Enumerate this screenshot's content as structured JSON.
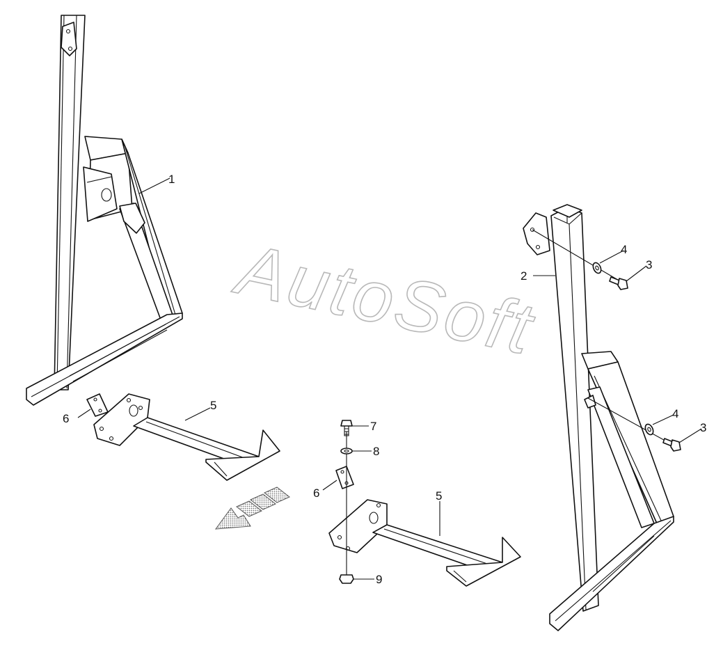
{
  "watermark": "AutoSoft",
  "callouts": {
    "c1": "1",
    "c2": "2",
    "c3a": "3",
    "c3b": "3",
    "c4a": "4",
    "c4b": "4",
    "c5a": "5",
    "c5b": "5",
    "c6a": "6",
    "c6b": "6",
    "c7": "7",
    "c8": "8",
    "c9": "9"
  },
  "colors": {
    "line": "#111111",
    "watermark": "#b8b8b8",
    "arrow_fill": "#bdbdbd"
  }
}
